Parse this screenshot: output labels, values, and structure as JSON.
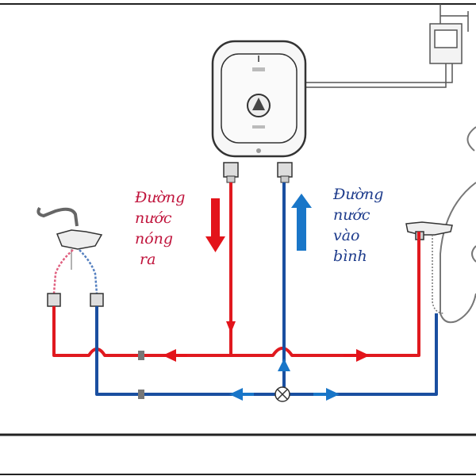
{
  "labels": {
    "hot_outlet": {
      "lines": [
        "Đường",
        "nước",
        "nóng",
        " ra"
      ],
      "color": "#c0143c"
    },
    "cold_inlet": {
      "lines": [
        "Đường",
        "nước",
        "vào",
        "bình"
      ],
      "color": "#1e3c8c"
    }
  },
  "colors": {
    "hot_pipe": "#e0191f",
    "cold_pipe": "#1a4fa0",
    "hot_arrow": "#e3141b",
    "cold_arrow": "#1976c8",
    "outline": "#333333",
    "frame": "#222222"
  },
  "icons": [
    "water-heater-icon",
    "power-socket-icon",
    "basin-faucet-icon",
    "shower-mixer-icon",
    "shower-head-icon",
    "valve-icon"
  ]
}
